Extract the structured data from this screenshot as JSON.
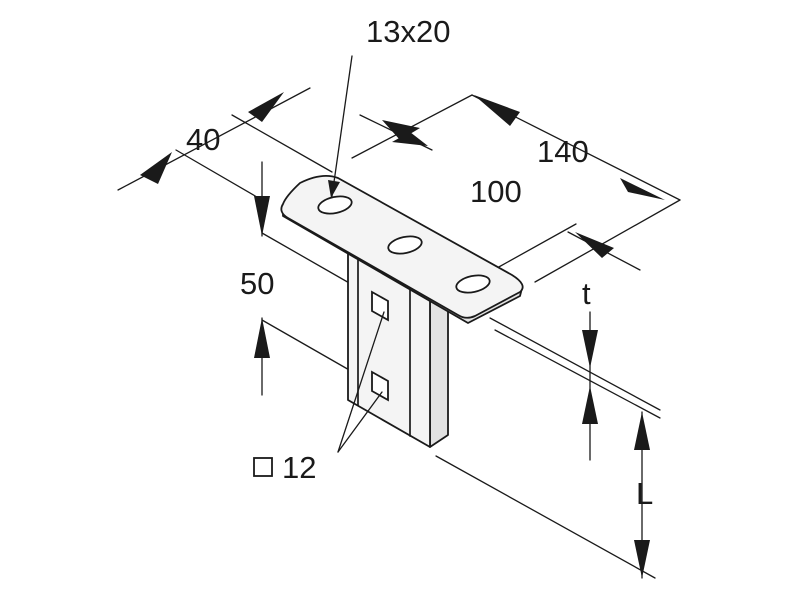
{
  "dimensions": {
    "slot": "13x20",
    "depth": "40",
    "plate_length": "140",
    "hole_spacing": "100",
    "profile_height": "50",
    "thickness": "t",
    "length": "L",
    "square_hole": "12"
  }
}
